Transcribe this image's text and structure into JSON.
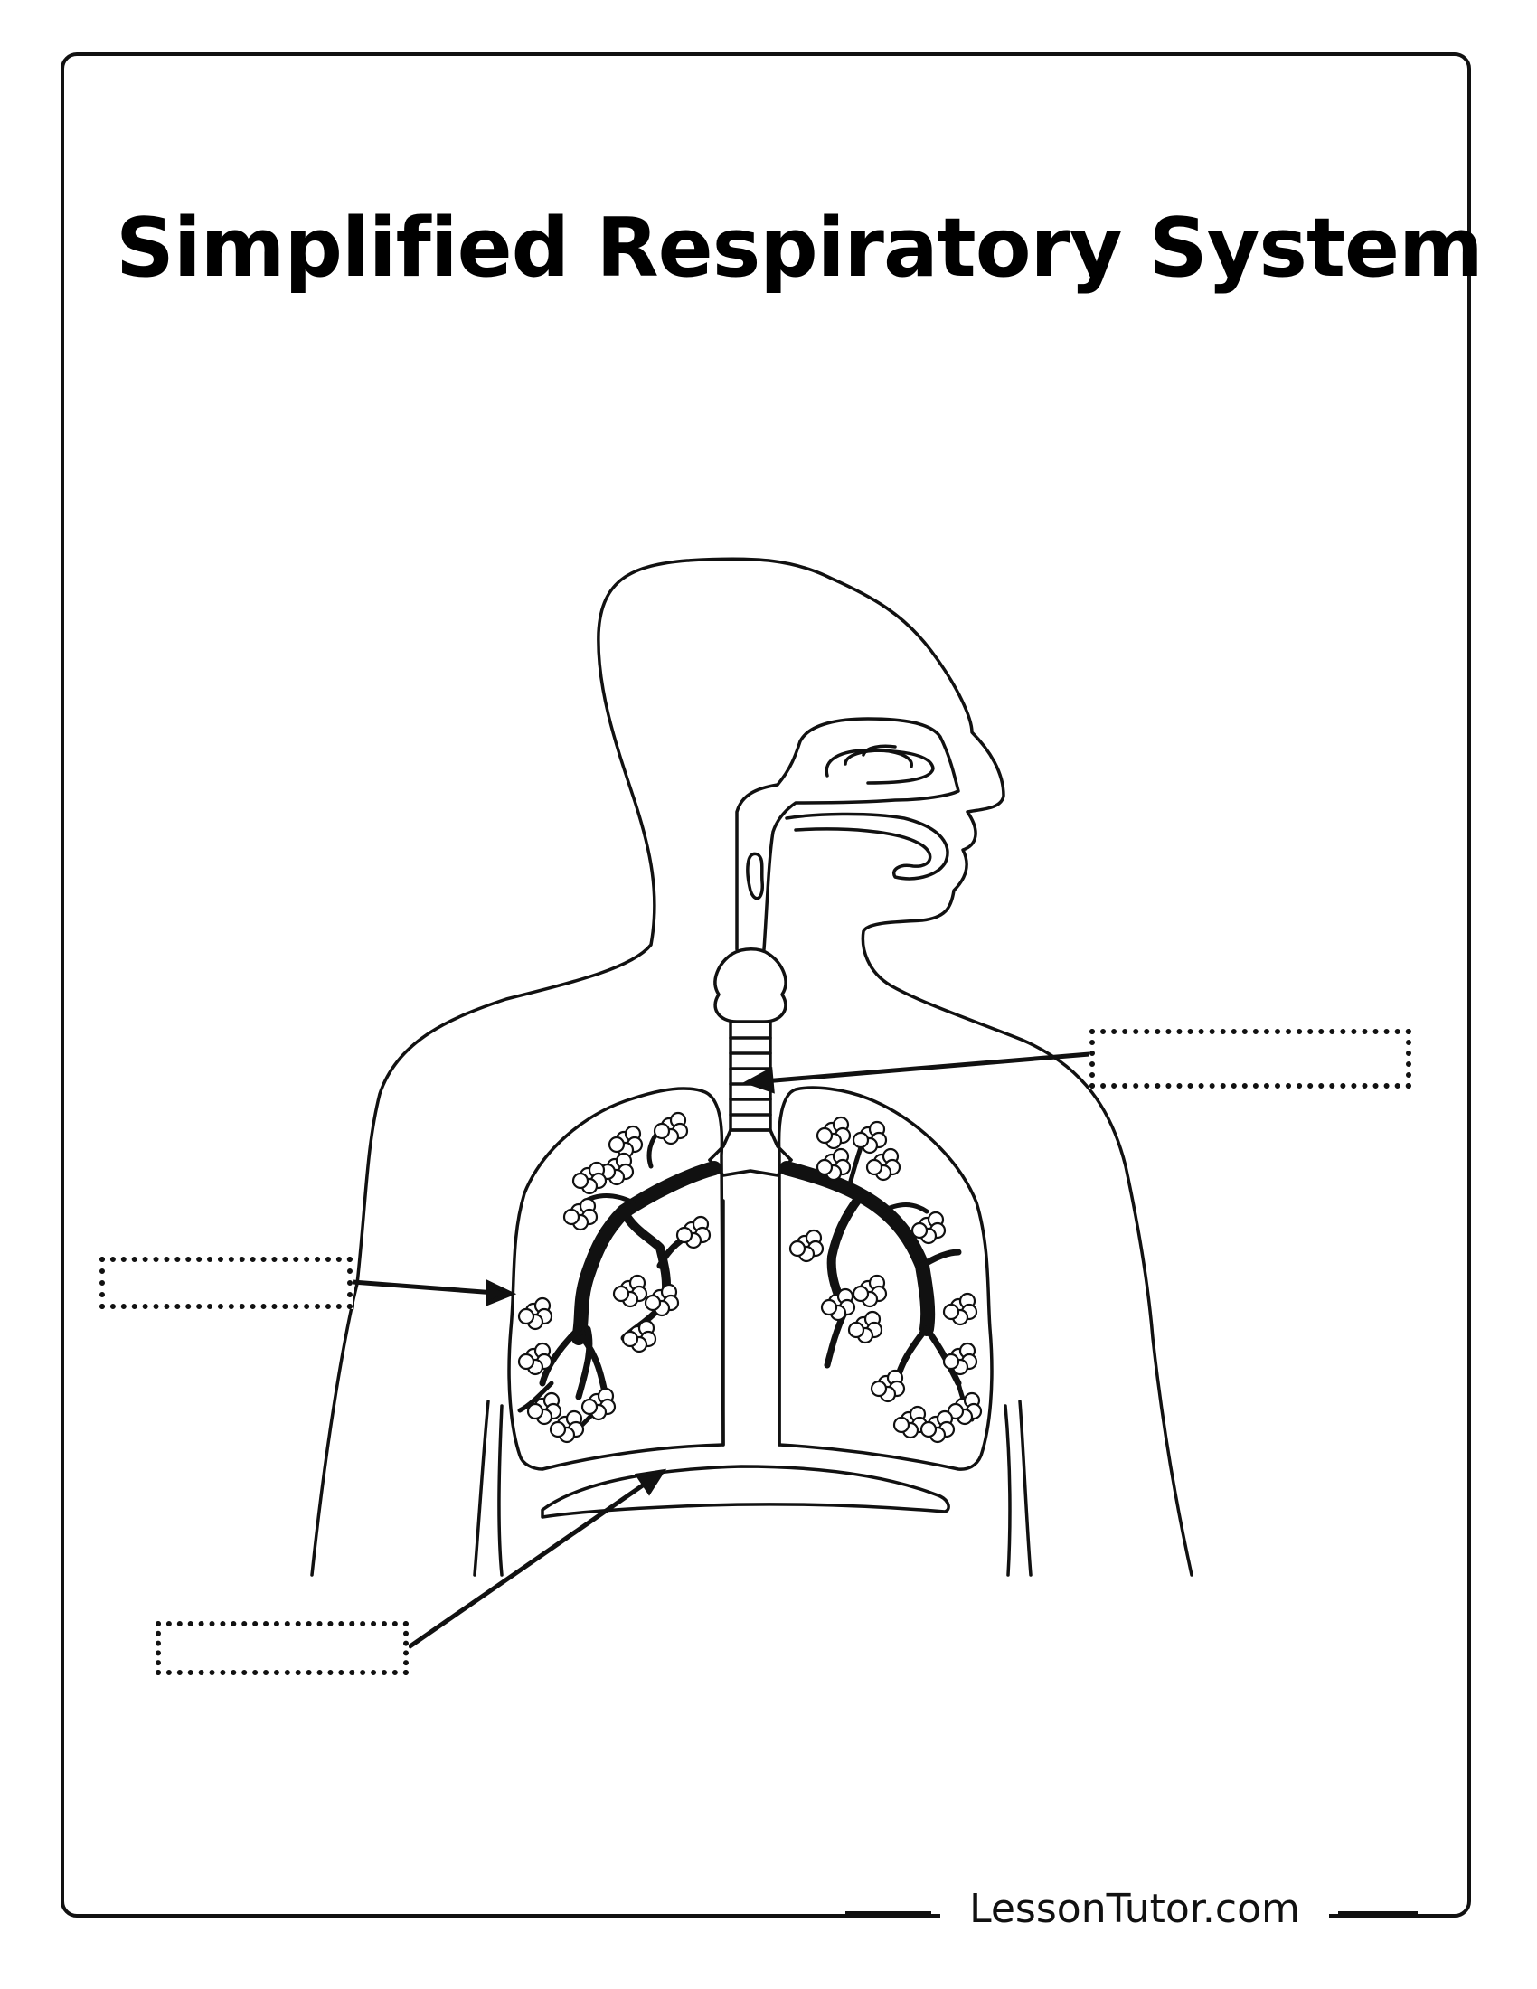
{
  "worksheet": {
    "title": "Simplified Respiratory System",
    "footer": "LessonTutor.com"
  },
  "label_boxes": [
    {
      "id": "trachea-label",
      "value": ""
    },
    {
      "id": "lungs-label",
      "value": ""
    },
    {
      "id": "diaphragm-label",
      "value": ""
    }
  ]
}
